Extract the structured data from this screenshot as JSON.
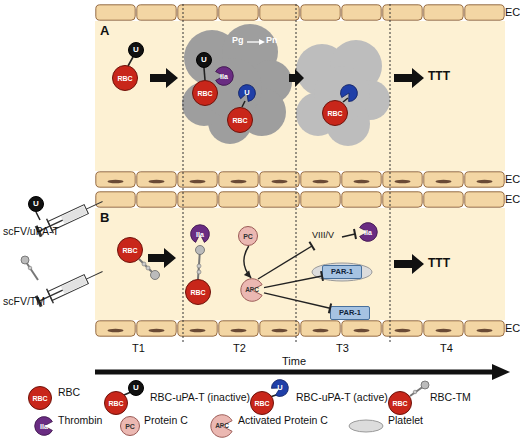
{
  "diagram": {
    "nodes": [
      {
        "text": [
          "RBC"
        ]
      },
      {
        "text": [
          "U"
        ]
      },
      {
        "text": [
          "U"
        ]
      },
      {
        "text": [
          "IIa"
        ]
      },
      {
        "text": [
          "RBC"
        ]
      },
      {
        "text": [
          "U"
        ]
      },
      {
        "text": [
          "RBC"
        ]
      },
      {
        "text": [
          "RBC"
        ]
      },
      {
        "text": [
          "U"
        ]
      },
      {
        "text": [
          "RBC"
        ]
      },
      {
        "text": [
          "IIa"
        ]
      },
      {
        "text": [
          "PC"
        ]
      },
      {
        "text": [
          "RBC"
        ]
      },
      {
        "text": [
          "APC"
        ]
      },
      {
        "text": [
          "IIa"
        ]
      },
      {
        "text": [
          "PAR-1"
        ]
      },
      {
        "text": [
          "PAR-1"
        ]
      },
      {
        "text": [
          "RBC"
        ]
      },
      {
        "text": [
          "RBC"
        ]
      },
      {
        "text": [
          "U"
        ]
      },
      {
        "text": [
          "RBC"
        ]
      },
      {
        "text": [
          "U"
        ]
      },
      {
        "text": [
          "RBC"
        ]
      },
      {
        "text": [
          "IIa"
        ]
      },
      {
        "text": [
          "PC"
        ]
      },
      {
        "text": [
          "APC"
        ]
      }
    ],
    "edges": [
      {
        "from": 11,
        "to": 13,
        "arrow": "to"
      },
      {
        "from": 13,
        "to": 15,
        "arrow": "to"
      },
      {
        "from": 13,
        "to": 16,
        "arrow": "to"
      }
    ],
    "labels": [
      "A",
      "EC",
      "EC",
      "scFV/uPA-T",
      "Pg",
      "Pn",
      "TTT",
      "B",
      "EC",
      "EC",
      "scFV/TM",
      "VIII/V",
      "TTT",
      "T1",
      "T2",
      "T3",
      "T4",
      "Time"
    ],
    "legend": [
      {
        "text": "RBC"
      },
      {
        "text": "RBC-uPA-T (inactive)"
      },
      {
        "text": "RBC-uPA-T (active)"
      },
      {
        "text": "RBC-TM"
      },
      {
        "text": "Thrombin"
      },
      {
        "text": "Protein C"
      },
      {
        "text": "Activated Protein C"
      },
      {
        "text": "Platelet"
      }
    ]
  }
}
